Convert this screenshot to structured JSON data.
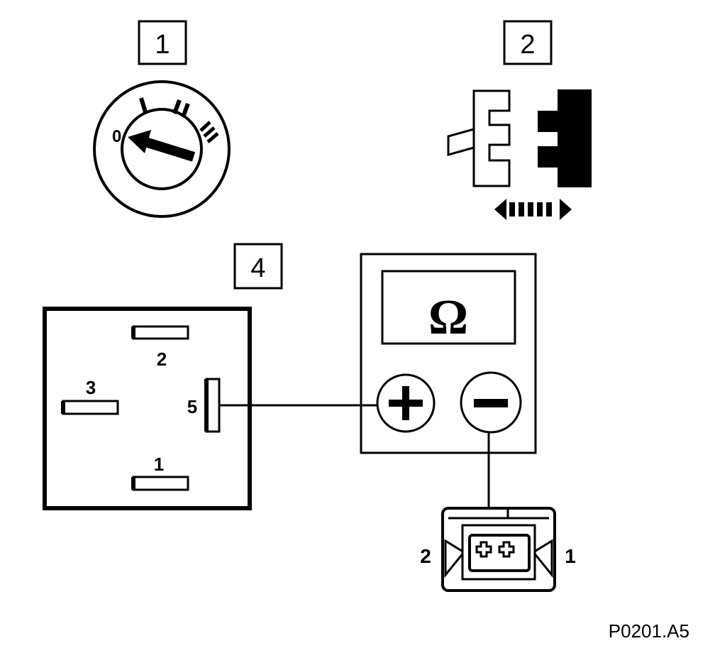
{
  "labels": {
    "step1": "1",
    "step2": "2",
    "step4": "4"
  },
  "ignition": {
    "pos0": "0",
    "pos1": "I",
    "pos2": "II",
    "pos3": "III"
  },
  "relay": {
    "pin1": "1",
    "pin2": "2",
    "pin3": "3",
    "pin5": "5"
  },
  "meter": {
    "display": "Ω",
    "plus": "+",
    "minus": "−"
  },
  "connector": {
    "pin_left": "2",
    "pin_right": "1"
  },
  "reference": "P0201.A5"
}
